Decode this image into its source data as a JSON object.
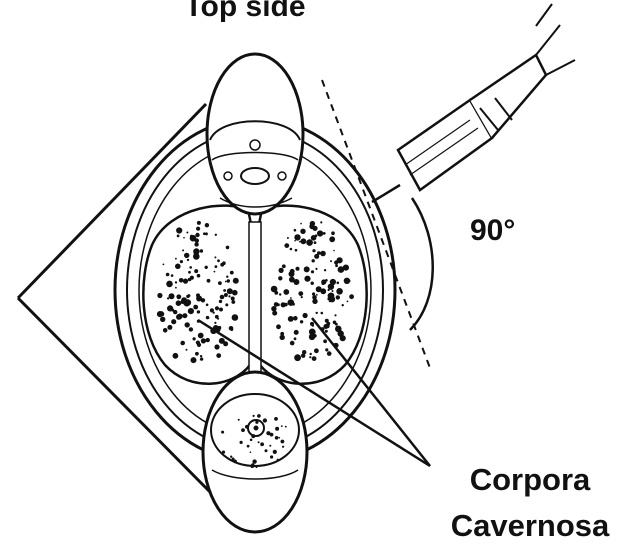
{
  "labels": {
    "top": "Top side",
    "angle": "90°",
    "target_line1": "Corpora",
    "target_line2": "Cavernosa"
  },
  "colors": {
    "ink": "#111111",
    "background": "#ffffff"
  }
}
